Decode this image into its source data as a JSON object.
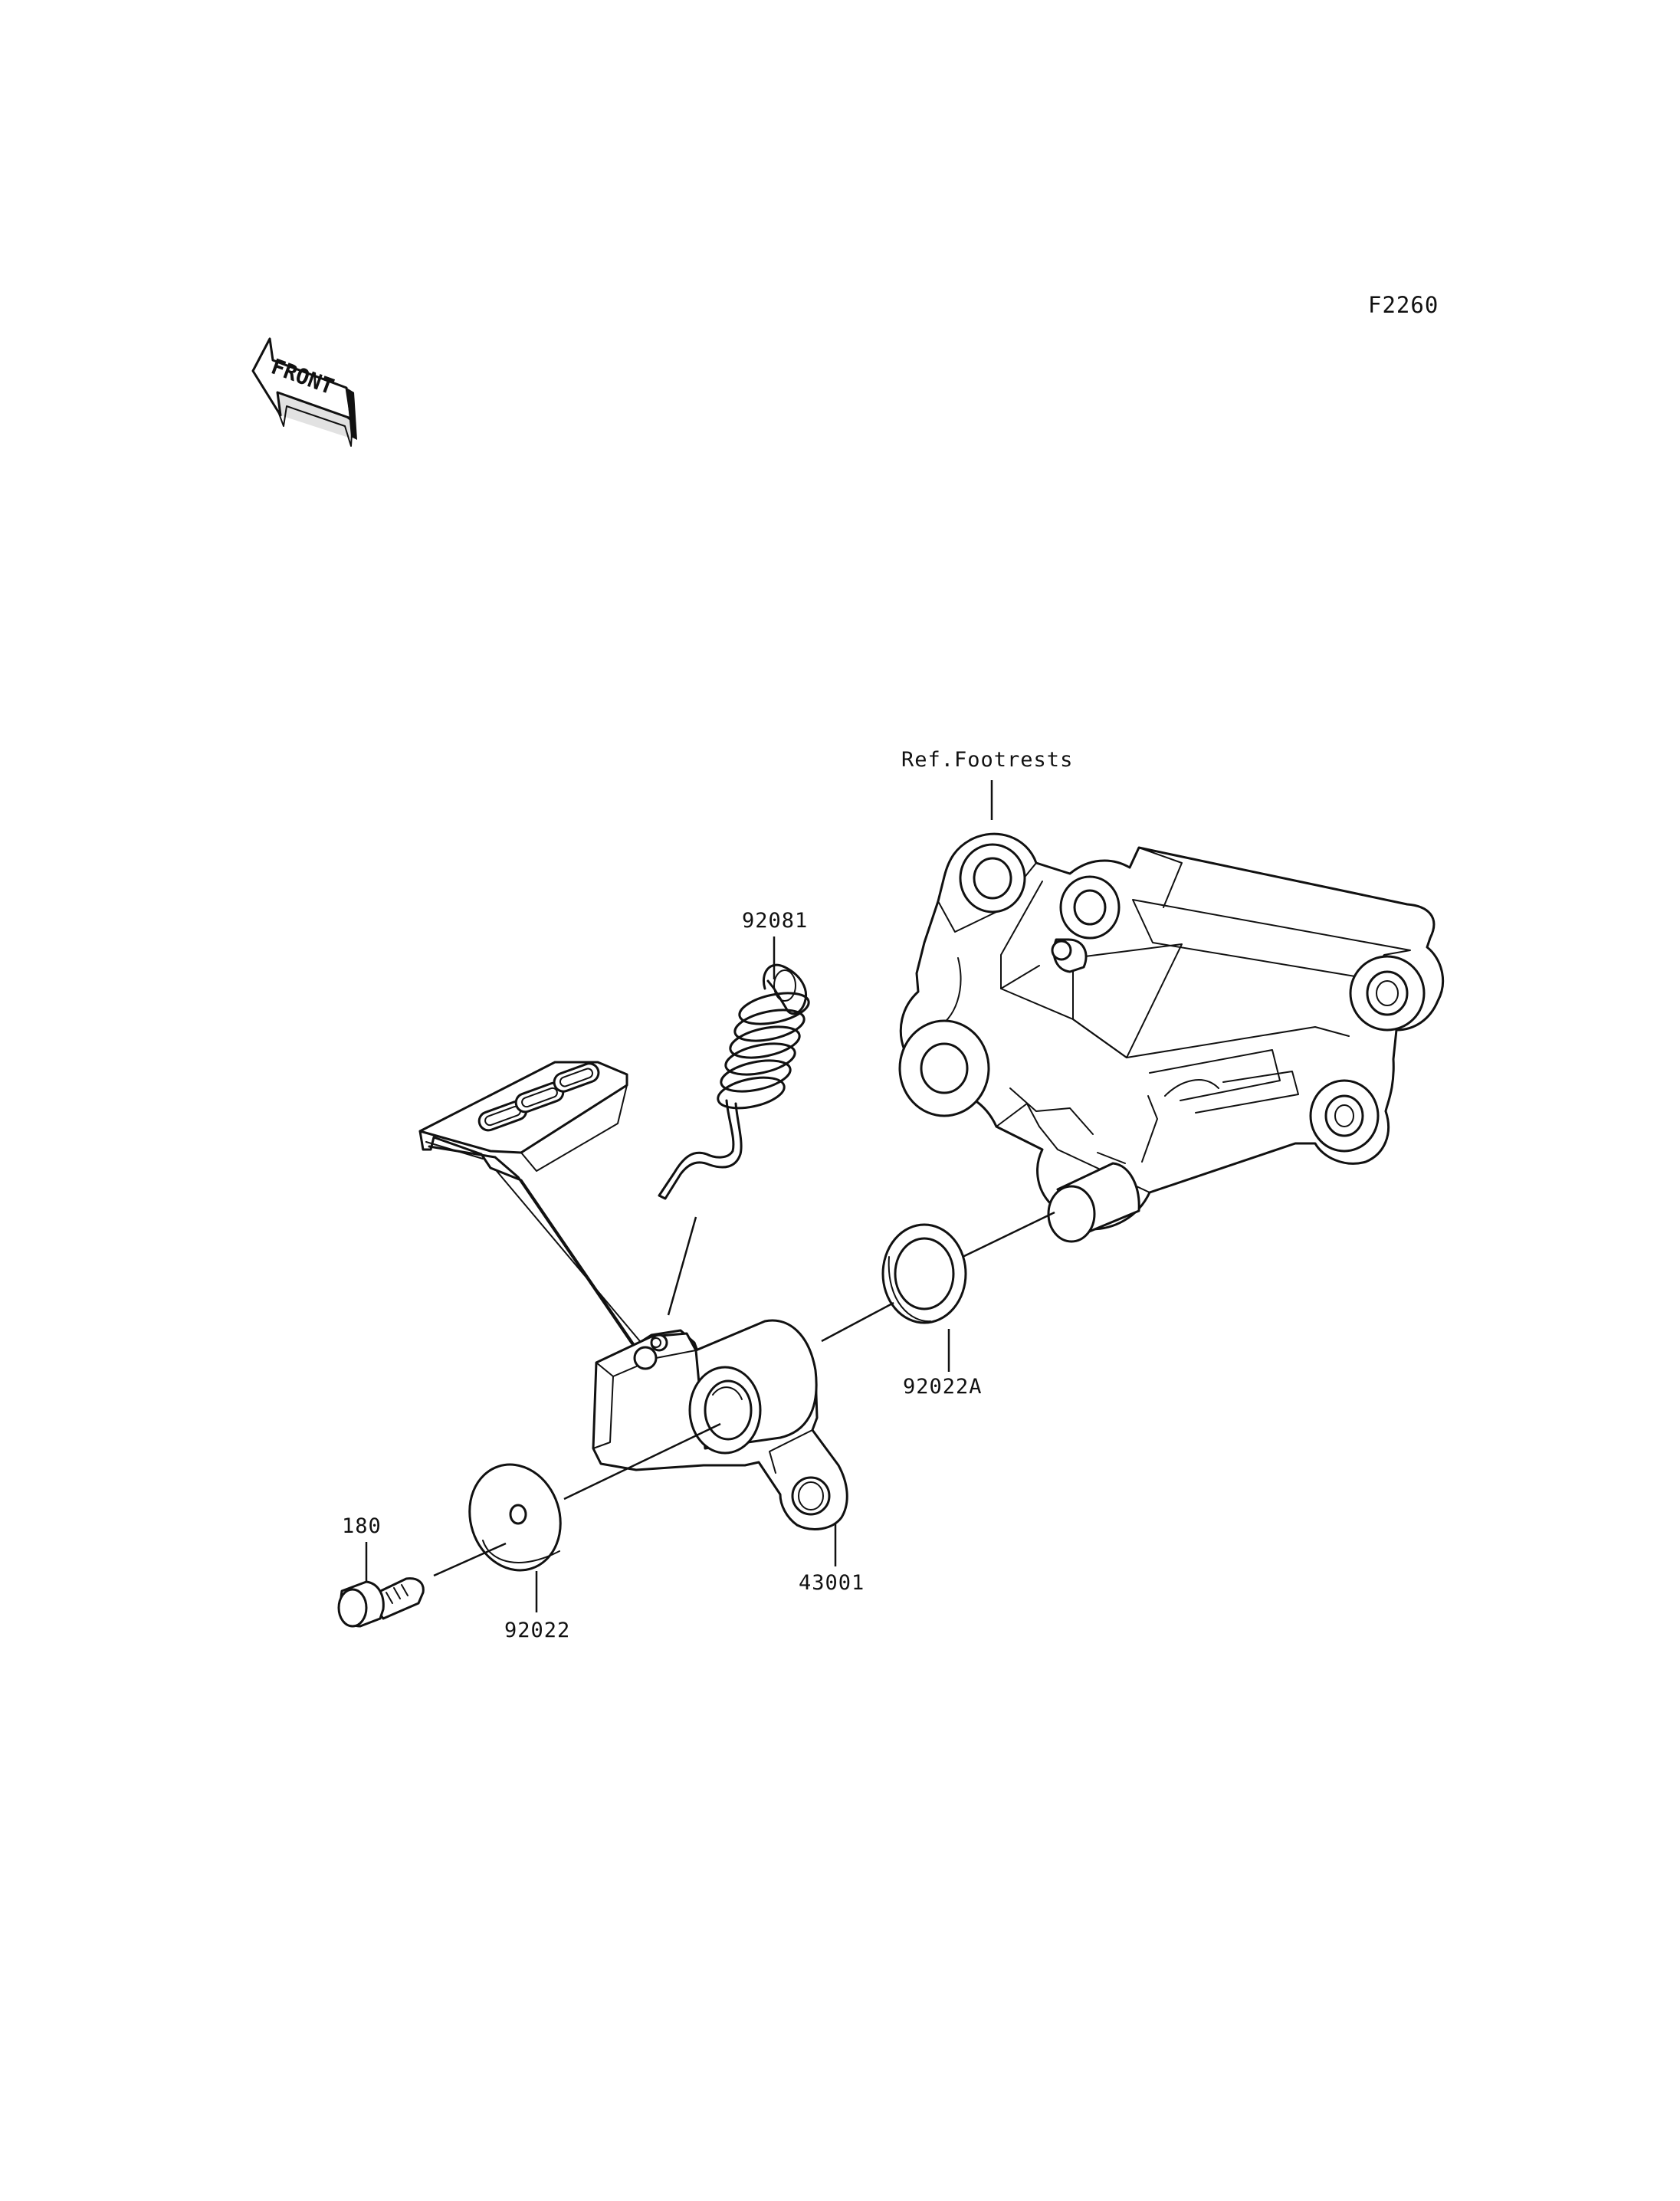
{
  "diagram": {
    "figure_code": "F2260",
    "front_label": "FRONT",
    "reference_label": "Ref.Footrests",
    "parts": [
      {
        "number": "92081",
        "name": "spring"
      },
      {
        "number": "92022A",
        "name": "washer"
      },
      {
        "number": "43001",
        "name": "brake-pedal"
      },
      {
        "number": "180",
        "name": "bolt"
      },
      {
        "number": "92022",
        "name": "washer"
      }
    ]
  }
}
